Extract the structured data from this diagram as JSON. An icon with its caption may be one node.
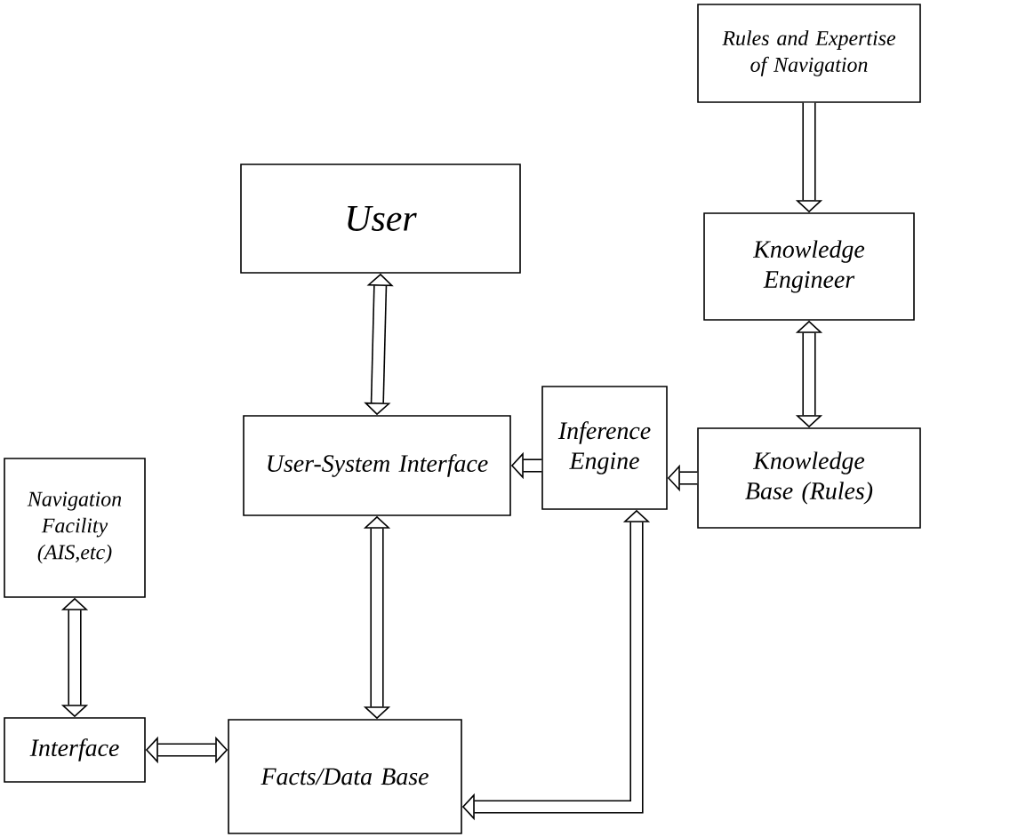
{
  "diagram": {
    "nodes": [
      {
        "text": [
          "Rules and Expertise of Navigation"
        ]
      },
      {
        "text": [
          "User"
        ]
      },
      {
        "text": [
          "Knowledge Engineer"
        ]
      },
      {
        "text": [
          "User-System Interface"
        ]
      },
      {
        "text": [
          "Inference Engine"
        ]
      },
      {
        "text": [
          "Knowledge Base (Rules)"
        ]
      },
      {
        "text": [
          "Navigation Facility (AIS,etc)"
        ]
      },
      {
        "text": [
          "Interface"
        ]
      },
      {
        "text": [
          "Facts/Data Base"
        ]
      }
    ],
    "edges": [
      {
        "from": 0,
        "to": 2,
        "arrow": "to"
      },
      {
        "from": 1,
        "to": 3,
        "arrow": "both"
      },
      {
        "from": 2,
        "to": 5,
        "arrow": "both"
      },
      {
        "from": 5,
        "to": 4,
        "arrow": "to"
      },
      {
        "from": 4,
        "to": 3,
        "arrow": "to"
      },
      {
        "from": 3,
        "to": 8,
        "arrow": "both"
      },
      {
        "from": 6,
        "to": 7,
        "arrow": "both"
      },
      {
        "from": 7,
        "to": 8,
        "arrow": "both"
      },
      {
        "from": 8,
        "to": 4,
        "arrow": "both"
      }
    ]
  }
}
